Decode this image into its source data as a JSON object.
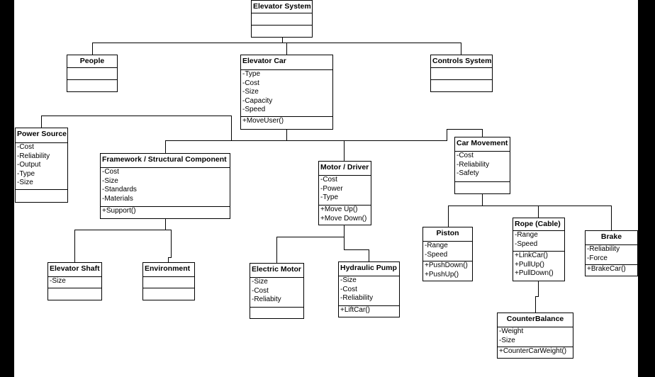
{
  "colors": {
    "background": "#ffffff",
    "frame": "#000000",
    "line": "#000000"
  },
  "classes": {
    "elevator_system": {
      "name": "Elevator System",
      "attributes": [],
      "operations": []
    },
    "people": {
      "name": "People",
      "attributes": [],
      "operations": []
    },
    "elevator_car": {
      "name": "Elevator Car",
      "attributes": [
        "-Type",
        "-Cost",
        "-Size",
        "-Capacity",
        "-Speed"
      ],
      "operations": [
        "+MoveUser()"
      ]
    },
    "controls_system": {
      "name": "Controls System",
      "attributes": [],
      "operations": []
    },
    "power_source": {
      "name": "Power Source",
      "attributes": [
        "-Cost",
        "-Reliability",
        "-Output",
        "-Type",
        "-Size"
      ],
      "operations": []
    },
    "framework": {
      "name": "Framework / Structural Component",
      "attributes": [
        "-Cost",
        "-Size",
        "-Standards",
        "-Materials"
      ],
      "operations": [
        "+Support()"
      ]
    },
    "motor_driver": {
      "name": "Motor / Driver",
      "attributes": [
        "-Cost",
        "-Power",
        "-Type"
      ],
      "operations": [
        "+Move Up()",
        "+Move Down()"
      ]
    },
    "car_movement": {
      "name": "Car Movement",
      "attributes": [
        "-Cost",
        "-Reliability",
        "-Safety"
      ],
      "operations": []
    },
    "elevator_shaft": {
      "name": "Elevator Shaft",
      "attributes": [
        "-Size"
      ],
      "operations": []
    },
    "environment": {
      "name": "Environment",
      "attributes": [],
      "operations": []
    },
    "electric_motor": {
      "name": "Electric Motor",
      "attributes": [
        "-Size",
        "-Cost",
        "-Reliabity"
      ],
      "operations": []
    },
    "hydraulic_pump": {
      "name": "Hydraulic Pump",
      "attributes": [
        "-Size",
        "-Cost",
        "-Reliability"
      ],
      "operations": [
        "+LiftCar()"
      ]
    },
    "piston": {
      "name": "Piston",
      "attributes": [
        "-Range",
        "-Speed"
      ],
      "operations": [
        "+PushDown()",
        "+PushUp()"
      ]
    },
    "rope": {
      "name": "Rope (Cable)",
      "attributes": [
        "-Range",
        "-Speed"
      ],
      "operations": [
        "+LinkCar()",
        "+PullUp()",
        "+PullDown()"
      ]
    },
    "brake": {
      "name": "Brake",
      "attributes": [
        "-Reliability",
        "-Force"
      ],
      "operations": [
        "+BrakeCar()"
      ]
    },
    "counterbalance": {
      "name": "CounterBalance",
      "attributes": [
        "-Weight",
        "-Size"
      ],
      "operations": [
        "+CounterCarWeight()"
      ]
    }
  }
}
